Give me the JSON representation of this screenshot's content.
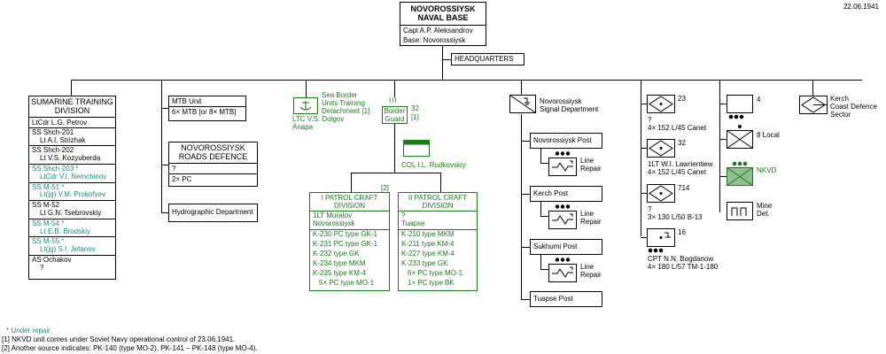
{
  "date": "22.06.1941",
  "root": {
    "title1": "NOVOROSSIYSK",
    "title2": "NAVAL BASE",
    "commander": "Capt  A.P. Aleksandrov",
    "base": "Base: Novorossiysk"
  },
  "hq": "HEADQUARTERS",
  "training": {
    "title1": "SUMARINE TRAINING",
    "title2": "DIVISION",
    "cmd": "LtCdr  L.G. Petrov",
    "rows": [
      {
        "t": "SS  Shch-201",
        "c": "k",
        "i": false
      },
      {
        "t": "Lt  A.I. Strizhak",
        "c": "k",
        "i": true
      },
      {
        "t": "SS  Shch-202",
        "c": "k",
        "i": false
      },
      {
        "t": "Lt  V.S. Kozyuberda",
        "c": "k",
        "i": true
      },
      {
        "t": "SS  Shch-203 *",
        "c": "t",
        "i": false
      },
      {
        "t": "LtCdr  V.I. Nemchinov",
        "c": "t",
        "i": true
      },
      {
        "t": "SS  M-51 *",
        "c": "t",
        "i": false
      },
      {
        "t": "Lt(jg)  V.M. Prokofyev",
        "c": "t",
        "i": true
      },
      {
        "t": "SS  M-52",
        "c": "k",
        "i": false
      },
      {
        "t": "Lt  G.N. Tsebrovskiy",
        "c": "k",
        "i": true
      },
      {
        "t": "SS  M-54 *",
        "c": "t",
        "i": false
      },
      {
        "t": "Lt  E.B. Brodskiy",
        "c": "t",
        "i": true
      },
      {
        "t": "SS  M-55 *",
        "c": "t",
        "i": false
      },
      {
        "t": "Lt(jg)  S.I. Jefanov",
        "c": "t",
        "i": true
      },
      {
        "t": "AS  Ochakov",
        "c": "k",
        "i": false
      },
      {
        "t": "?",
        "c": "k",
        "i": true
      }
    ]
  },
  "mtb": {
    "title": "MTB Unit",
    "row": "6× MTB  [or 8× MTB]"
  },
  "roads": {
    "title1": "NOVOROSSIYSK",
    "title2": "ROADS DEFENCE",
    "cmd": "?",
    "row": "2× PC"
  },
  "hydro": "Hydrographic Department",
  "seaborder": {
    "l1": "Sea Border",
    "l2": "Units Training",
    "l3": "Detachment [1]",
    "c1": "LTC  V.S. Dolgov",
    "c2": "Anapa"
  },
  "borderguard": {
    "l1": "Border",
    "l2": "Guard",
    "num": "32",
    "note": "[1]",
    "cmd": "COL  I.L. Rudkovskiy",
    "ref": "[2]"
  },
  "patrol1": {
    "title1": "I PATROL CRAFT",
    "title2": "DIVISION",
    "cmd": "1LT  Muratov",
    "base": "Novorossiysk",
    "rows": [
      "K-230 PC type GK-1",
      "K-231 PC type GK-1",
      "K-232 type GK",
      "K-234 type MKM",
      "K-235 type KM-4",
      "5× PC type MO-1"
    ]
  },
  "patrol2": {
    "title1": "II PATROL CRAFT",
    "title2": "DIVISION",
    "cmd": "?",
    "base": "Tuapse",
    "rows": [
      "K-210 type MKM",
      "K-211 type KM-4",
      "K-227 type KM-4",
      "K-233 type GK",
      "6× PC type MO-1",
      "1× PC type BK"
    ]
  },
  "signal": {
    "l1": "Novorossiysk",
    "l2": "Signal Department",
    "posts": [
      "Novorossiysk Post",
      "Kerch Post",
      "Sukhumi Post",
      "Tuapse Post"
    ],
    "repair1": "Line",
    "repair2": "Repair"
  },
  "batteries": [
    {
      "num": "23",
      "cmd": "?",
      "guns": "4×  152 L/45 Canet"
    },
    {
      "num": "32",
      "cmd": "1LT  W.I. Lawrientiew",
      "guns": "4×  152 L/45 Canet"
    },
    {
      "num": "714",
      "cmd": "?",
      "guns": "3×  130 L/50 B-13"
    },
    {
      "num": "16",
      "cmd": "CPT  N.N. Bogdanow",
      "guns": "4×  180 L/57 TM-1-180"
    }
  ],
  "col7": {
    "n4": "4",
    "local": "8 Local",
    "nkvd": "NKVD",
    "mine1": "Mine",
    "mine2": "Det."
  },
  "kerch": {
    "l1": "Kerch",
    "l2": "Coast Defence",
    "l3": "Sector"
  },
  "footnotes": {
    "f0": "*  Under repair.",
    "f1": "[1] NKVD unit comes under Soviet Navy operational control of 23.06.1941.",
    "f2": "[2] Another source indicates: PK-140 (type MO-2), PK-141 – PK-148 (type MO-4)."
  },
  "colors": {
    "teal": "#158a8a",
    "green": "#1a7a1a",
    "nkvd_fill": "#8fc08f"
  }
}
